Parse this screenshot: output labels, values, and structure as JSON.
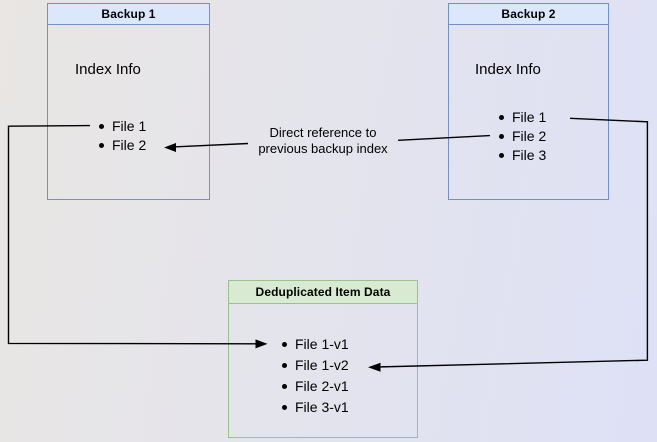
{
  "diagram": {
    "backup1": {
      "title": "Backup 1",
      "section": "Index Info",
      "files": [
        "File 1",
        "File 2"
      ]
    },
    "backup2": {
      "title": "Backup 2",
      "section": "Index Info",
      "files": [
        "File 1",
        "File 2",
        "File 3"
      ]
    },
    "dedup": {
      "title": "Deduplicated Item Data",
      "files": [
        "File 1-v1",
        "File 1-v2",
        "File 2-v1",
        "File 3-v1"
      ]
    },
    "annotation": {
      "line1": "Direct reference to",
      "line2": "previous backup index"
    }
  },
  "colors": {
    "background_start": "#e9e6e3",
    "background_end": "#dee1f6",
    "blue_fill": "#dbe8fb",
    "blue_border": "#7291c7",
    "green_fill": "#d9ead3",
    "green_border": "#9ac288",
    "connector": "#000000",
    "text": "#000000"
  }
}
